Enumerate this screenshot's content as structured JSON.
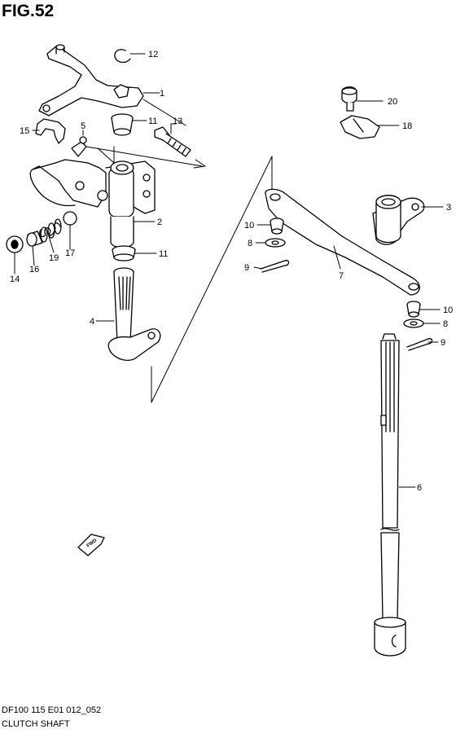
{
  "figure": {
    "title": "FIG.52"
  },
  "callouts": [
    {
      "id": "c12a",
      "label": "12"
    },
    {
      "id": "c1",
      "label": "1"
    },
    {
      "id": "c11a",
      "label": "11"
    },
    {
      "id": "c13",
      "label": "13"
    },
    {
      "id": "c15",
      "label": "15"
    },
    {
      "id": "c5",
      "label": "5"
    },
    {
      "id": "c2",
      "label": "2"
    },
    {
      "id": "c11b",
      "label": "11"
    },
    {
      "id": "c14",
      "label": "14"
    },
    {
      "id": "c16",
      "label": "16"
    },
    {
      "id": "c19",
      "label": "19"
    },
    {
      "id": "c17",
      "label": "17"
    },
    {
      "id": "c4",
      "label": "4"
    },
    {
      "id": "c20",
      "label": "20"
    },
    {
      "id": "c18",
      "label": "18"
    },
    {
      "id": "c3",
      "label": "3"
    },
    {
      "id": "c10a",
      "label": "10"
    },
    {
      "id": "c8a",
      "label": "8"
    },
    {
      "id": "c9a",
      "label": "9"
    },
    {
      "id": "c7",
      "label": "7"
    },
    {
      "id": "c10b",
      "label": "10"
    },
    {
      "id": "c8b",
      "label": "8"
    },
    {
      "id": "c9b",
      "label": "9"
    },
    {
      "id": "c6",
      "label": "6"
    }
  ],
  "fwd_badge": "FWD",
  "footer": {
    "code": "DF100 115 E01 012_052",
    "name": "CLUTCH SHAFT"
  }
}
